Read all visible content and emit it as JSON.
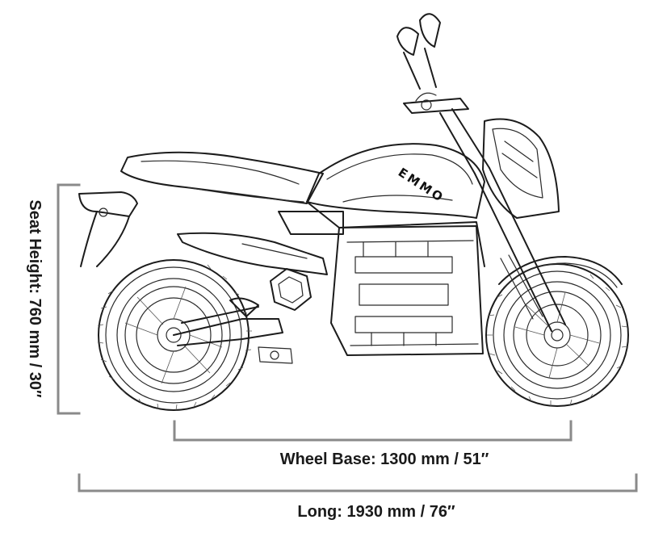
{
  "brand": "EMMO",
  "dimensions": {
    "seat_height": "Seat Height: 760 mm / 30″",
    "wheel_base": "Wheel Base: 1300 mm / 51″",
    "length": "Long: 1930 mm / 76″"
  }
}
